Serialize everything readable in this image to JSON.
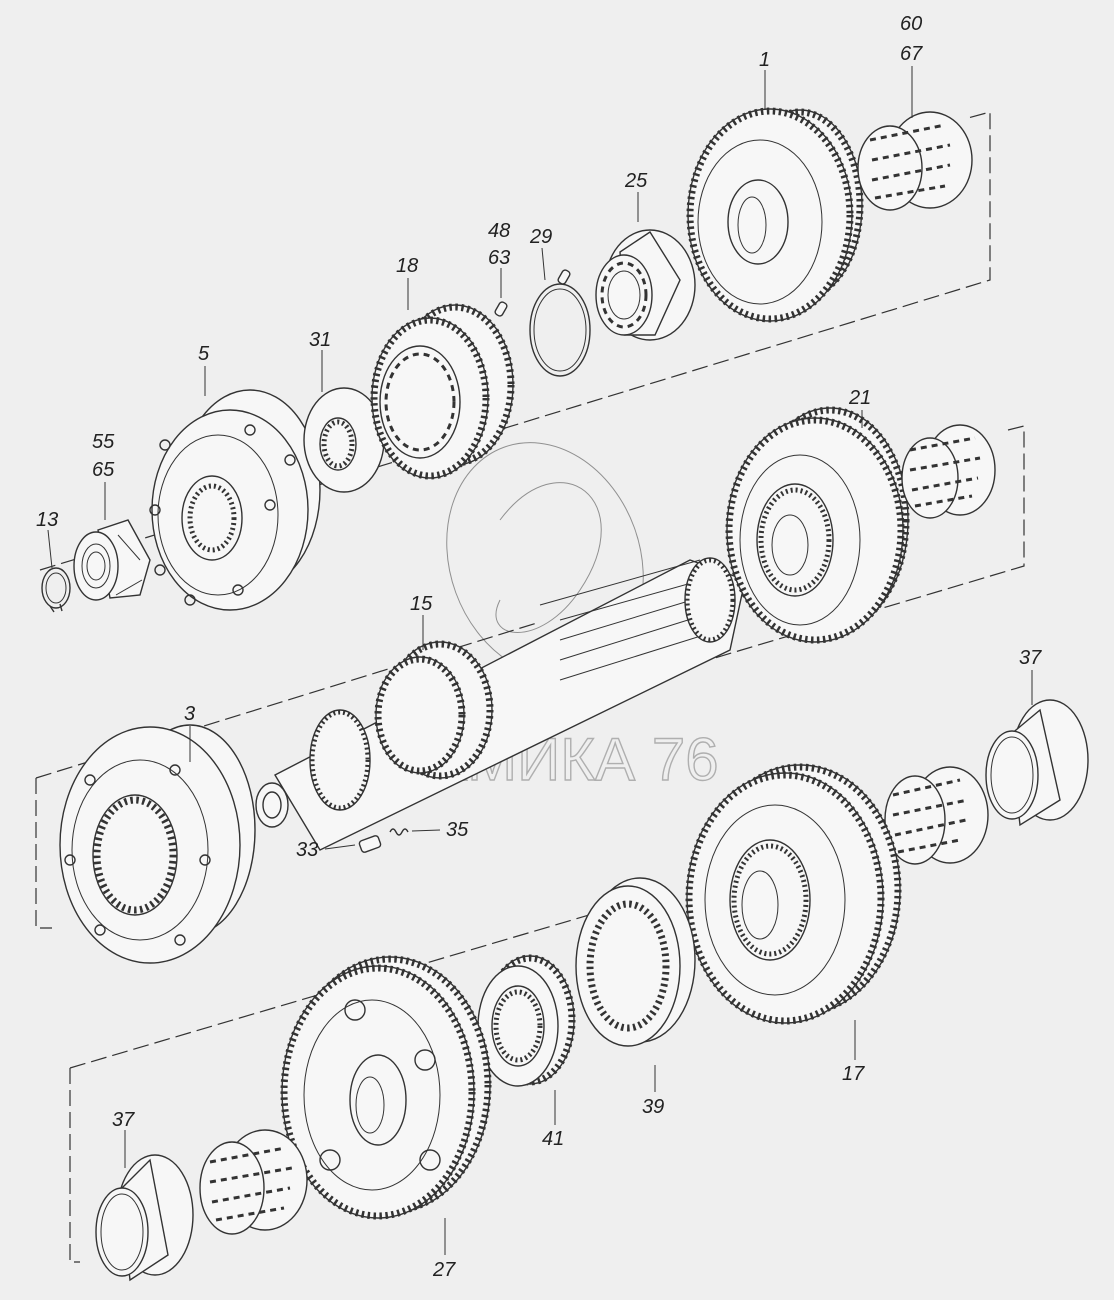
{
  "watermark": {
    "text": "ДИНАМИКА 76"
  },
  "labels": {
    "p60": "60",
    "p67": "67",
    "p1": "1",
    "p25": "25",
    "p48": "48",
    "p63": "63",
    "p29": "29",
    "p18": "18",
    "p31": "31",
    "p5": "5",
    "p55": "55",
    "p65": "65",
    "p13": "13",
    "p21": "21",
    "p15": "15",
    "p3": "3",
    "p37a": "37",
    "p33": "33",
    "p35": "35",
    "p17": "17",
    "p39": "39",
    "p41": "41",
    "p27": "27",
    "p37b": "37"
  }
}
